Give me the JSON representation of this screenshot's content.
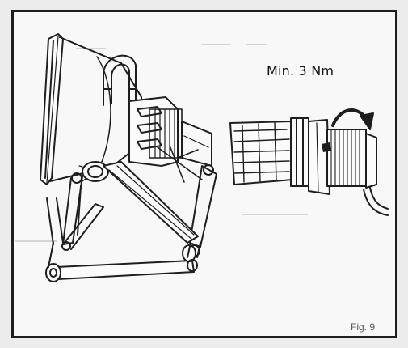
{
  "diagram": {
    "torque_label": "Min. 3 Nm",
    "figure_label": "Fig. 9",
    "icons": [
      "floodlight-lamp-illustration",
      "rotation-arrow-icon",
      "cable-gland-illustration"
    ],
    "colors": {
      "line": "#1e1e1e",
      "paper": "#f8f8f8",
      "frame": "#1e1e1e"
    }
  }
}
